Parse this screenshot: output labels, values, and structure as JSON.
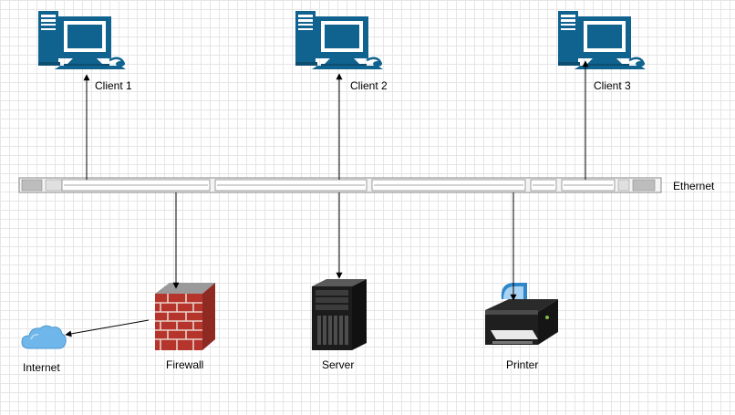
{
  "diagram": {
    "nodes": {
      "client1": {
        "label": "Client 1",
        "icon": "desktop-computer-icon"
      },
      "client2": {
        "label": "Client 2",
        "icon": "desktop-computer-icon"
      },
      "client3": {
        "label": "Client 3",
        "icon": "desktop-computer-icon"
      },
      "ethernet": {
        "label": "Ethernet",
        "icon": "ethernet-bus-icon"
      },
      "firewall": {
        "label": "Firewall",
        "icon": "firewall-icon"
      },
      "server": {
        "label": "Server",
        "icon": "server-tower-icon"
      },
      "printer": {
        "label": "Printer",
        "icon": "printer-icon"
      },
      "internet": {
        "label": "Internet",
        "icon": "cloud-icon"
      }
    },
    "edges": [
      {
        "from": "ethernet",
        "to": "client1"
      },
      {
        "from": "ethernet",
        "to": "client2"
      },
      {
        "from": "ethernet",
        "to": "client3"
      },
      {
        "from": "ethernet",
        "to": "firewall"
      },
      {
        "from": "ethernet",
        "to": "server"
      },
      {
        "from": "ethernet",
        "to": "printer"
      },
      {
        "from": "firewall",
        "to": "internet"
      }
    ],
    "colors": {
      "computer": "#10628f",
      "firewall": "#b5352d",
      "cloud": "#6fb6ea",
      "server": "#1c1c1c"
    }
  }
}
